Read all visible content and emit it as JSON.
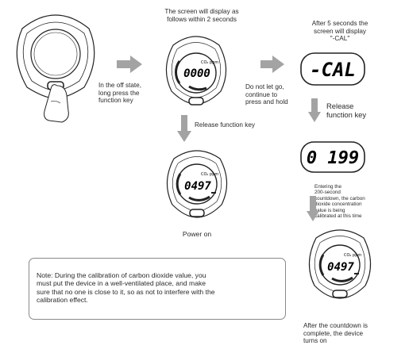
{
  "captions": {
    "off_state": [
      "In the off state,",
      "long press the",
      "function key"
    ],
    "display_within": [
      "The screen will display as",
      "follows within 2 seconds"
    ],
    "do_not_let_go": [
      "Do not let go,",
      "continue to",
      "press and hold"
    ],
    "after_5_seconds": [
      "After 5 seconds the",
      "screen will display",
      "\"-CAL\""
    ],
    "release_right": [
      "Release",
      "function key"
    ],
    "release_center": "Release function key",
    "power_on": "Power on",
    "countdown": [
      "Entering the",
      "200-second",
      "countdown, the carbon",
      "dioxide concentration",
      "value is being",
      "calibrated at this time"
    ],
    "device_on": [
      "After the countdown is",
      "complete, the device",
      "turns on"
    ]
  },
  "displays": {
    "zeros": "0000",
    "cal": "-CAL",
    "count": "0 199",
    "reading_center": "0497",
    "reading_bottom": "0497",
    "co2_label": "CO₂ ppm"
  },
  "note": [
    "Note: During the calibration of carbon dioxide value, you",
    "must put the device in a well-ventilated place, and make",
    "sure that no one is close to it, so as not to interfere with the",
    "calibration effect."
  ],
  "colors": {
    "arrow": "#a3a3a3",
    "outline": "#222222",
    "note_border": "#888888"
  }
}
